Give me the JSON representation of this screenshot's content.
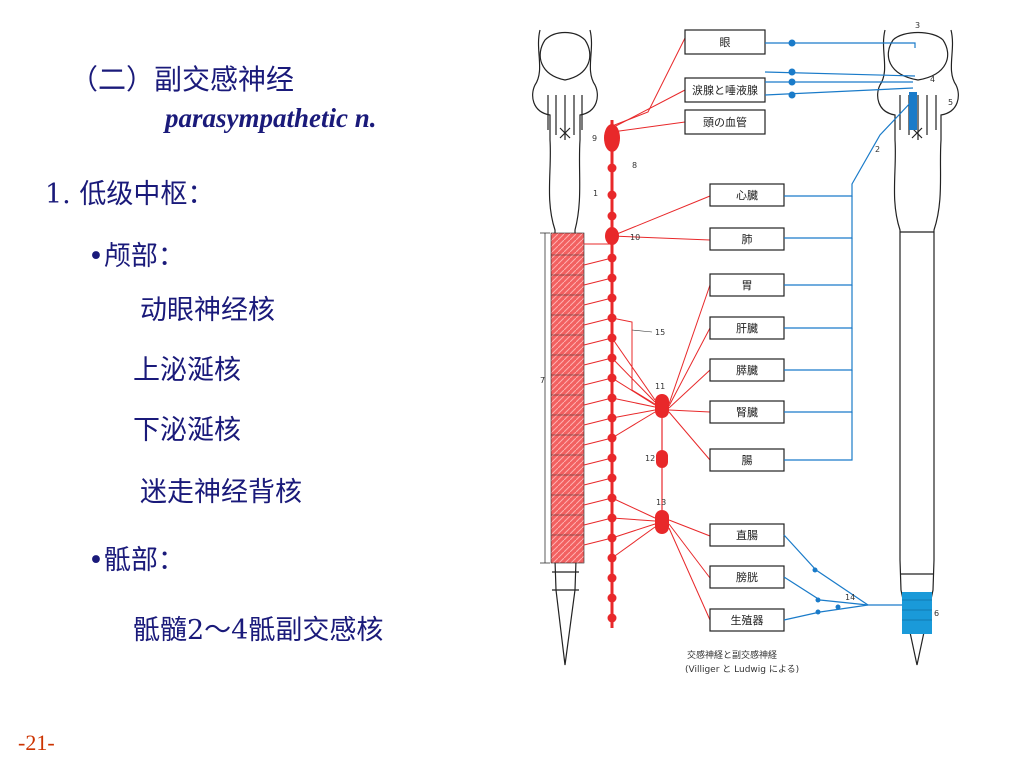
{
  "heading": {
    "title": "（二）副交感神经",
    "subtitle": "parasympathetic n."
  },
  "section1": {
    "label": "1. 低级中枢：",
    "cranial": {
      "label": "•颅部：",
      "nuclei": [
        "动眼神经核",
        "上泌涎核",
        "下泌涎核",
        "迷走神经背核"
      ]
    },
    "sacral": {
      "label": "•骶部：",
      "nucleus": "骶髓2～4骶副交感核"
    }
  },
  "page_number": "-21-",
  "diagram": {
    "organs": [
      "眼",
      "涙腺と唾液腺",
      "頭の血管",
      "心臓",
      "肺",
      "胃",
      "肝臓",
      "膵臓",
      "腎臓",
      "腸",
      "直腸",
      "膀胱",
      "生殖器"
    ],
    "numbers": [
      "1",
      "2",
      "3",
      "4",
      "5",
      "6",
      "7",
      "8",
      "9",
      "10",
      "11",
      "12",
      "13",
      "14",
      "15"
    ],
    "caption_line1": "交感神経と副交感神経",
    "caption_line2": "(Villiger と Ludwig による)",
    "colors": {
      "sympathetic": "#e8282a",
      "parasympathetic": "#1a7bc9",
      "outline": "#222222",
      "text": "#1a1a7a",
      "page_number": "#cc3300"
    }
  }
}
